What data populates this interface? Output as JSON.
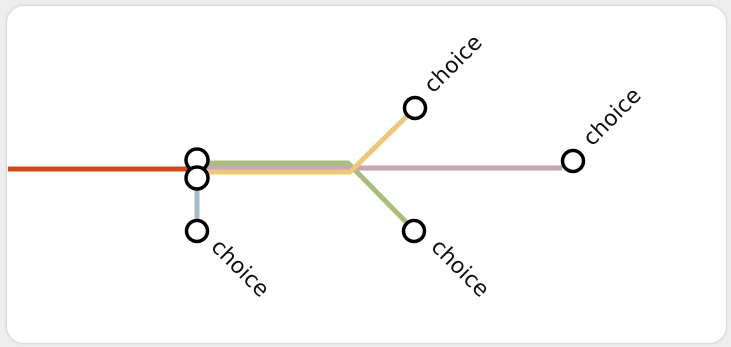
{
  "colors": {
    "main_line": "#cf4a1e",
    "green_line": "#a7bf7b",
    "yellow_line": "#eec778",
    "purple_line": "#c9a5b6",
    "blue_line": "#a3bcc6",
    "node_stroke": "#000000",
    "card_background": "#ffffff"
  },
  "nodes": [
    {
      "id": "branch-upper",
      "label": ""
    },
    {
      "id": "branch-lower",
      "label": ""
    },
    {
      "id": "choice-down",
      "label": "choice"
    },
    {
      "id": "choice-upper-mid",
      "label": "choice"
    },
    {
      "id": "choice-lower-mid",
      "label": "choice"
    },
    {
      "id": "choice-right",
      "label": "choice"
    }
  ]
}
